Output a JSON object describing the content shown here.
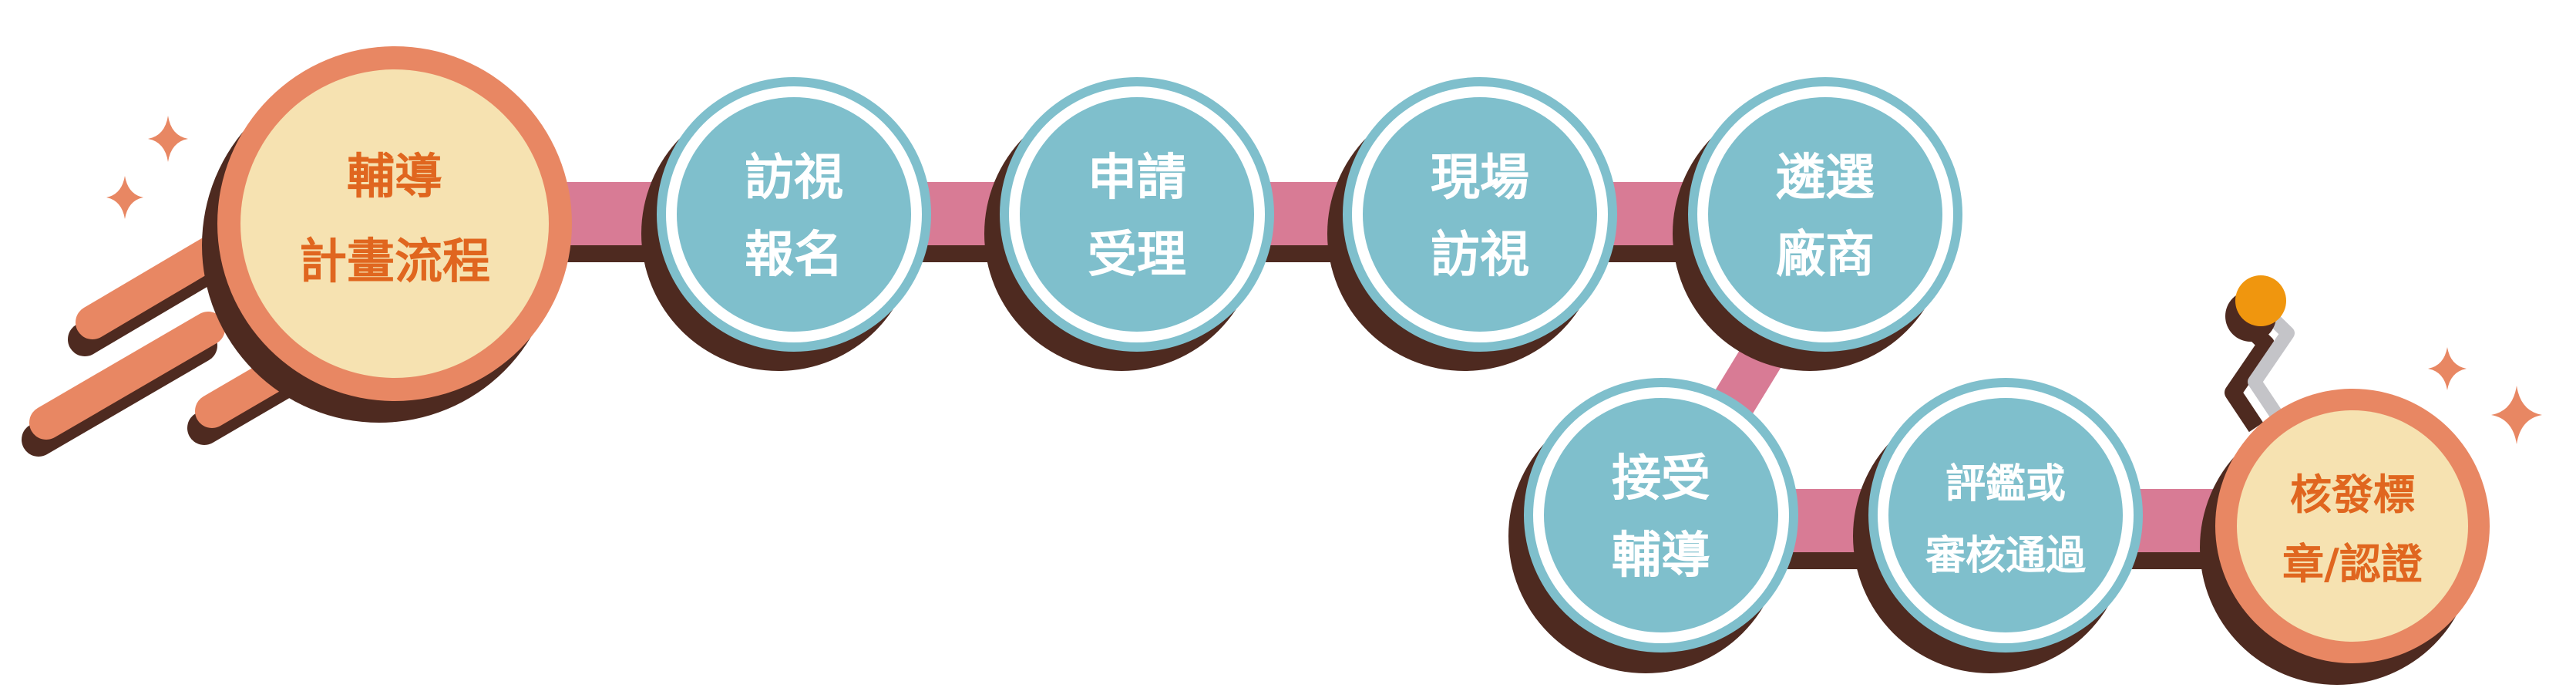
{
  "title": "輔導計畫流程",
  "start": {
    "line1": "輔導",
    "line2": "計畫流程"
  },
  "steps": [
    {
      "line1": "訪視",
      "line2": "報名"
    },
    {
      "line1": "申請",
      "line2": "受理"
    },
    {
      "line1": "現場",
      "line2": "訪視"
    },
    {
      "line1": "遴選",
      "line2": "廠商"
    },
    {
      "line1": "接受",
      "line2": "輔導"
    },
    {
      "line1": "評鑑或",
      "line2": "審核通過"
    }
  ],
  "end": {
    "line1": "核發標",
    "line2": "章/認證"
  },
  "colors": {
    "orange": "#e88763",
    "cream": "#f6e2b1",
    "blue": "#7fbfcc",
    "pink": "#d87b95",
    "shadow": "#4e2a20",
    "text_orange": "#e0661f",
    "knob": "#f0960e",
    "wire": "#c4c4c8"
  }
}
